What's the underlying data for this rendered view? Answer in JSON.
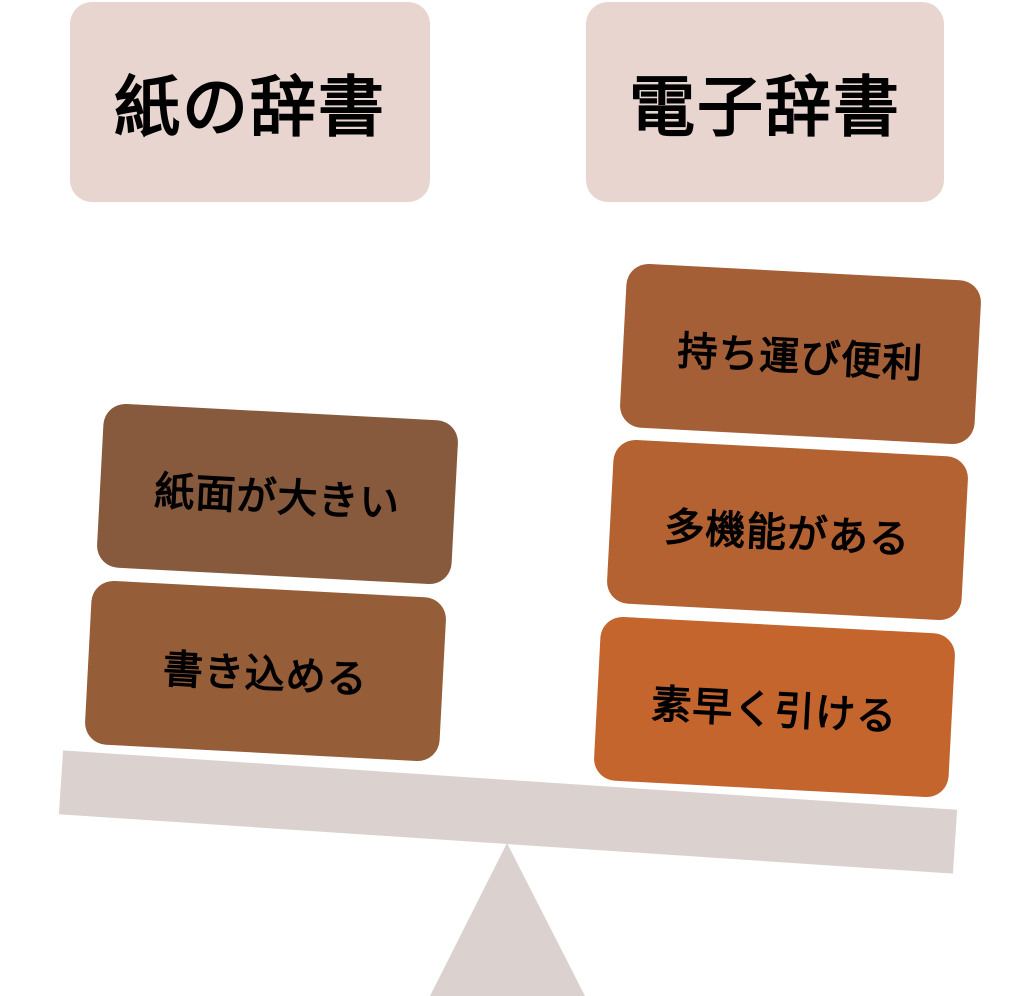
{
  "headers": {
    "paper": "紙の辞書",
    "electronic": "電子辞書"
  },
  "paper_blocks": [
    {
      "label": "紙面が大きい",
      "color": "#875a3d"
    },
    {
      "label": "書き込める",
      "color": "#965d39"
    }
  ],
  "electronic_blocks": [
    {
      "label": "持ち運び便利",
      "color": "#a55f37"
    },
    {
      "label": "多機能がある",
      "color": "#b46232"
    },
    {
      "label": "素早く引ける",
      "color": "#c4652e"
    }
  ],
  "colors": {
    "header_bg": "#e8d5d0",
    "beam": "#dbd2cf",
    "fulcrum": "#dbd2cf"
  }
}
